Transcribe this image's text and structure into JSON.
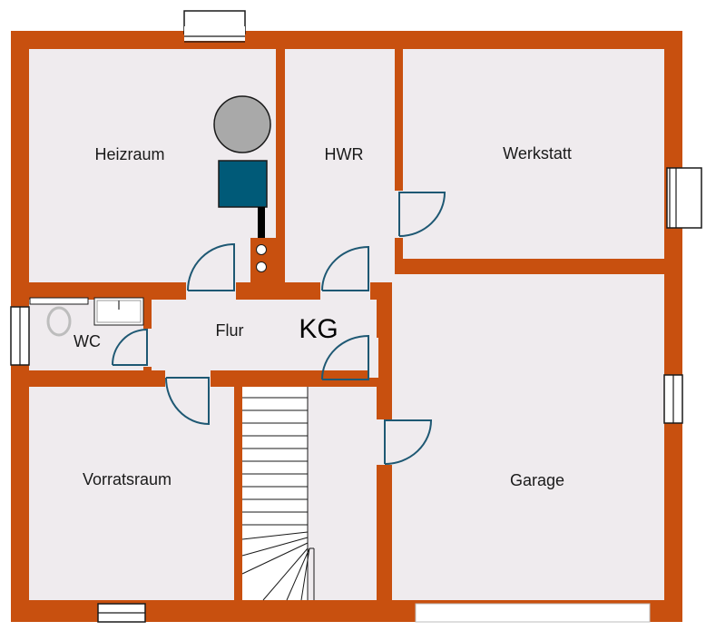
{
  "floor_label": "KG",
  "rooms": {
    "heizraum": "Heizraum",
    "hwr": "HWR",
    "werkstatt": "Werkstatt",
    "wc": "WC",
    "flur": "Flur",
    "vorratsraum": "Vorratsraum",
    "garage": "Garage"
  },
  "colors": {
    "wall": "#c8500f",
    "floor": "#efebee",
    "door": "#1e5873",
    "boiler": "#005a78",
    "tank": "#a9a9a9"
  }
}
